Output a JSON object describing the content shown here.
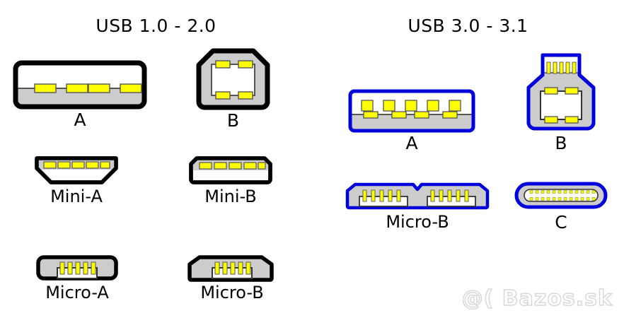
{
  "figure": {
    "subject": "USB connector types comparison diagram",
    "background_color": "#ffffff"
  },
  "colors": {
    "pin_yellow": "#ffff00",
    "body_gray": "#cccccc",
    "outline_black": "#000000",
    "outline_blue": "#0000dd",
    "inner_white": "#ffffff",
    "watermark_gray": "#d8d8d8",
    "text_black": "#000000"
  },
  "panels": [
    {
      "id": "usb2",
      "title": "USB 1.0 - 2.0",
      "outline_style": "black",
      "connectors": [
        {
          "id": "a",
          "label": "A",
          "pins": 4,
          "shape": "rect-rounded"
        },
        {
          "id": "b",
          "label": "B",
          "pins": 4,
          "shape": "square-chamfered"
        },
        {
          "id": "mini-a",
          "label": "Mini-A",
          "pins": 5,
          "shape": "trapezoid"
        },
        {
          "id": "mini-b",
          "label": "Mini-B",
          "pins": 5,
          "shape": "d-shape"
        },
        {
          "id": "micro-a",
          "label": "Micro-A",
          "pins": 5,
          "shape": "rounded-rect"
        },
        {
          "id": "micro-b",
          "label": "Micro-B",
          "pins": 5,
          "shape": "angled-corners"
        }
      ]
    },
    {
      "id": "usb3",
      "title": "USB 3.0 - 3.1",
      "outline_style": "blue",
      "connectors": [
        {
          "id": "a",
          "label": "A",
          "pins": 9,
          "shape": "rect-rounded"
        },
        {
          "id": "b",
          "label": "B",
          "pins": 9,
          "shape": "bottle"
        },
        {
          "id": "micro-b",
          "label": "Micro-B",
          "pins": 10,
          "shape": "dual-section"
        },
        {
          "id": "c",
          "label": "C",
          "pins": 24,
          "shape": "stadium"
        }
      ]
    }
  ],
  "watermark": {
    "text": "@( Bazos.sk"
  }
}
